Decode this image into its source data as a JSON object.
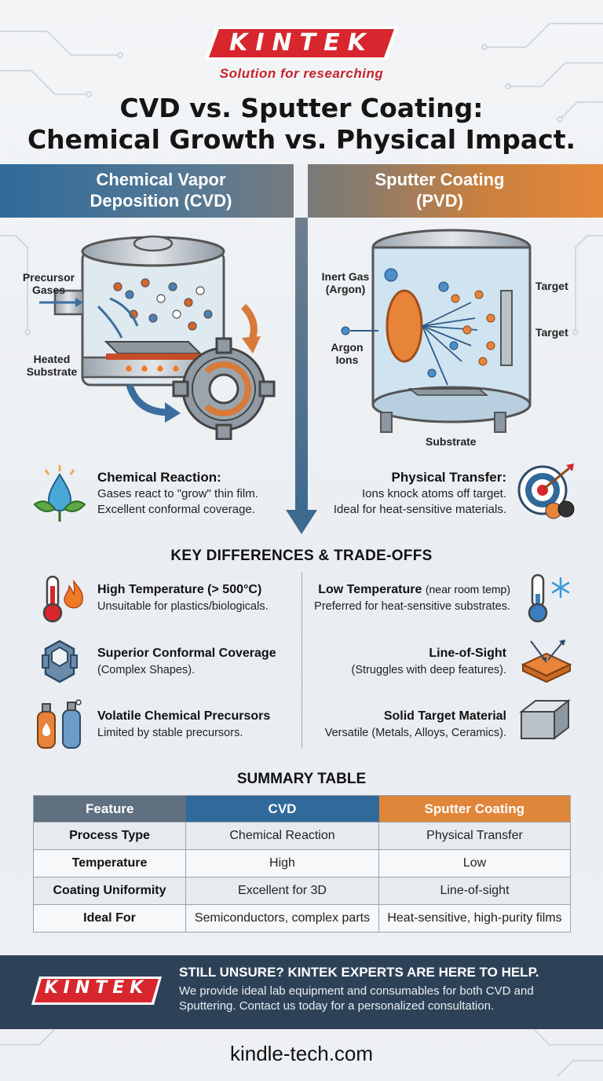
{
  "brand": {
    "logo_text": "KINTEK",
    "tagline": "Solution for researching",
    "accent_red": "#d8262e"
  },
  "title": {
    "line1": "CVD vs. Sputter Coating:",
    "line2": "Chemical Growth vs. Physical Impact."
  },
  "columns": {
    "left_header_line1": "Chemical Vapor",
    "left_header_line2": "Deposition (CVD)",
    "right_header_line1": "Sputter Coating",
    "right_header_line2": "(PVD)",
    "left_color": "#2f6a9a",
    "right_color": "#e6883a"
  },
  "cvd_diagram": {
    "precursor_line1": "Precursor",
    "precursor_line2": "Gases",
    "heated_line1": "Heated",
    "heated_line2": "Substrate"
  },
  "pvd_diagram": {
    "inert_line1": "Inert Gas",
    "inert_line2": "(Argon)",
    "target_top": "Target",
    "target_mid": "Target",
    "argon_line1": "Argon",
    "argon_line2": "Ions",
    "substrate": "Substrate"
  },
  "cvd_summary": {
    "title": "Chemical Reaction:",
    "line1": "Gases react to \"grow\" thin film.",
    "line2": "Excellent conformal coverage.",
    "icon": "water-drop-leaf-icon"
  },
  "pvd_summary": {
    "title": "Physical Transfer:",
    "line1": "Ions knock atoms off target.",
    "line2": "Ideal for heat-sensitive materials.",
    "icon": "target-billiard-icon"
  },
  "key_differences": {
    "heading": "KEY DIFFERENCES & TRADE-OFFS",
    "left": [
      {
        "title": "High Temperature (> 500°C)",
        "sub": "Unsuitable for plastics/biologicals.",
        "icon": "thermometer-hot-icon"
      },
      {
        "title": "Superior Conformal Coverage",
        "sub": "(Complex Shapes).",
        "icon": "complex-shape-icon"
      },
      {
        "title": "Volatile Chemical Precursors",
        "sub": "Limited by stable precursors.",
        "icon": "gas-cylinders-icon"
      }
    ],
    "right": [
      {
        "title": "Low Temperature",
        "title_note": "(near room temp)",
        "sub": "Preferred for heat-sensitive substrates.",
        "icon": "thermometer-cold-icon"
      },
      {
        "title": "Line-of-Sight",
        "sub": "(Struggles with deep features).",
        "icon": "line-of-sight-icon"
      },
      {
        "title": "Solid Target Material",
        "sub": "Versatile (Metals, Alloys, Ceramics).",
        "icon": "metal-block-icon"
      }
    ]
  },
  "summary_table": {
    "heading": "SUMMARY TABLE",
    "headers": [
      "Feature",
      "CVD",
      "Sputter Coating"
    ],
    "rows": [
      [
        "Process Type",
        "Chemical Reaction",
        "Physical Transfer"
      ],
      [
        "Temperature",
        "High",
        "Low"
      ],
      [
        "Coating Uniformity",
        "Excellent for 3D",
        "Line-of-sight"
      ],
      [
        "Ideal For",
        "Semiconductors, complex parts",
        "Heat-sensitive, high-purity films"
      ]
    ]
  },
  "footer": {
    "logo_text": "KINTEK",
    "heading": "STILL UNSURE? KINTEK EXPERTS ARE HERE TO HELP.",
    "body": "We provide ideal lab equipment and consumables for both CVD and Sputtering. Contact us today for a personalized consultation.",
    "website": "kindle-tech.com"
  }
}
